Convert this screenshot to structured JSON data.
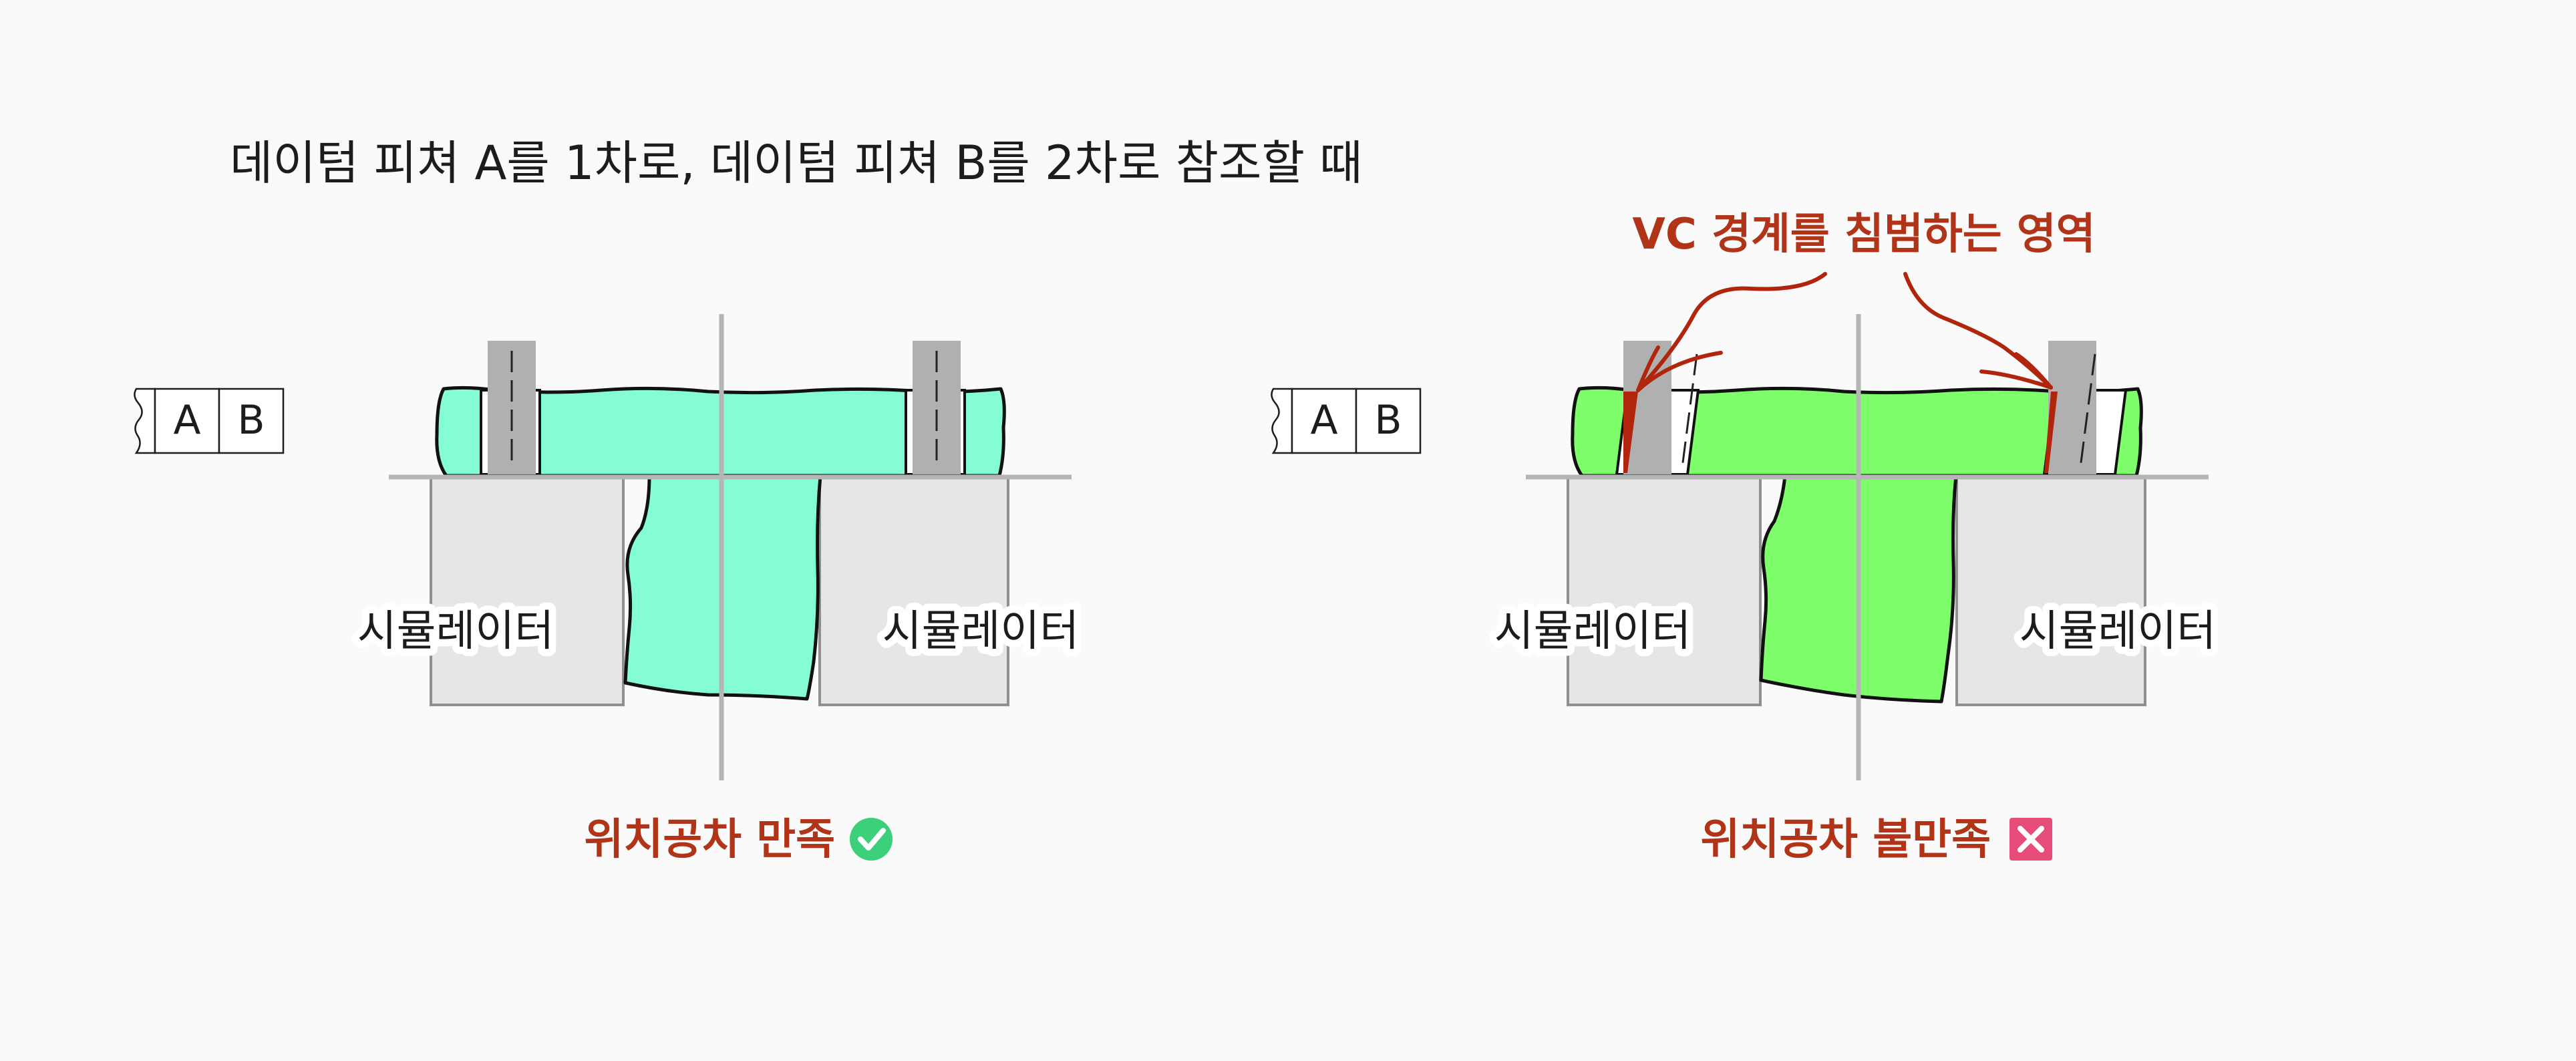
{
  "title": "데이텀 피쳐 A를 1차로, 데이텀 피쳐 B를 2차로 참조할 때",
  "colors": {
    "background": "#fafafa",
    "part_left": "#84fdd4",
    "part_right": "#7efe6b",
    "simulator_fill": "#e6e6e6",
    "simulator_stroke": "#8f8f8f",
    "pin_fill": "#b0b0b0",
    "axis_line": "#b6b6b6",
    "violation": "#b0250c",
    "status_text": "#b13418",
    "pass_icon": "#3dd07a",
    "fail_icon": "#e64c7a"
  },
  "left_panel": {
    "datum_frame": {
      "cells": [
        "A",
        "B"
      ]
    },
    "simulator_left_label": "시뮬레이터",
    "simulator_right_label": "시뮬레이터",
    "status": {
      "text": "위치공차 만족",
      "icon": "check-circle-icon"
    }
  },
  "right_panel": {
    "datum_frame": {
      "cells": [
        "A",
        "B"
      ]
    },
    "simulator_left_label": "시뮬레이터",
    "simulator_right_label": "시뮬레이터",
    "annotation": "VC 경계를 침범하는 영역",
    "status": {
      "text": "위치공차 불만족",
      "icon": "x-square-icon"
    }
  }
}
